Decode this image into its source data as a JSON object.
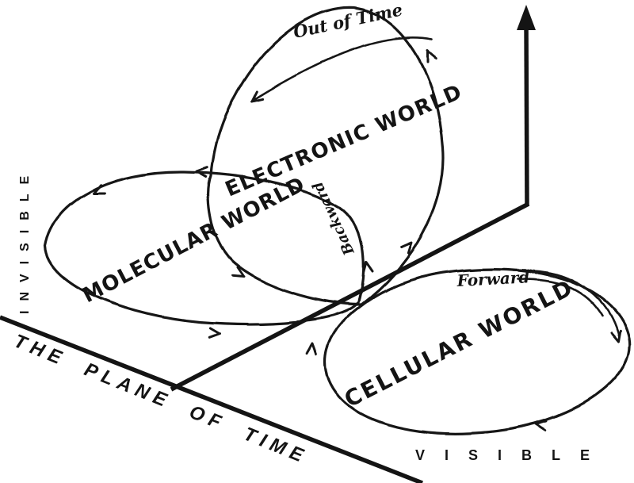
{
  "figure": {
    "background": "#ffffff",
    "ink": "#141414",
    "worlds": [
      {
        "label": "ELECTRONIC WORLD",
        "direction_label": "Out of Time"
      },
      {
        "label": "MOLECULAR WORLD",
        "direction_label": "Backward"
      },
      {
        "label": "CELLULAR WORLD",
        "direction_label": "Forward"
      }
    ],
    "axes": {
      "plane_label": "THE PLANE OF TIME",
      "left_region_label": "INVISIBLE",
      "bottom_region_label": "VISIBLE"
    }
  }
}
